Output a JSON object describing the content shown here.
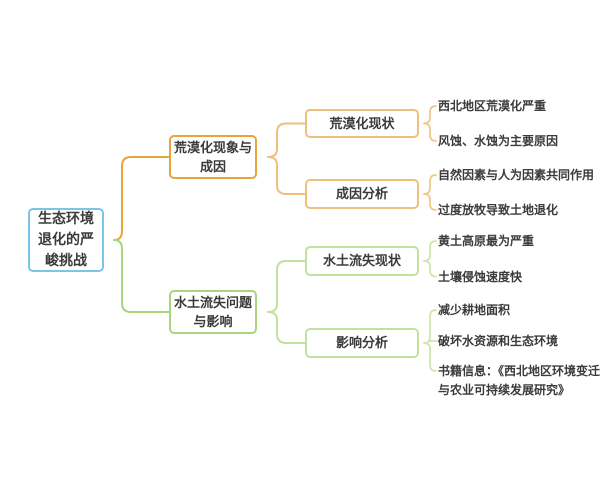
{
  "mindmap": {
    "root": {
      "label": "生态环境退化的严峻挑战"
    },
    "branches": [
      {
        "label": "荒漠化现象与成因",
        "children": [
          {
            "label": "荒漠化现状",
            "leaves": [
              "西北地区荒漠化严重",
              "风蚀、水蚀为主要原因"
            ]
          },
          {
            "label": "成因分析",
            "leaves": [
              "自然因素与人为因素共同作用",
              "过度放牧导致土地退化"
            ]
          }
        ]
      },
      {
        "label": "水土流失问题与影响",
        "children": [
          {
            "label": "水土流失现状",
            "leaves": [
              "黄土高原最为严重",
              "土壤侵蚀速度快"
            ]
          },
          {
            "label": "影响分析",
            "leaves": [
              "减少耕地面积",
              "破坏水资源和生态环境",
              "书籍信息：《西北地区环境变迁与农业可持续发展研究》"
            ]
          }
        ]
      }
    ],
    "colors": {
      "root_border": "#7cc5e8",
      "branch_orange": "#e9a43e",
      "sub_orange": "#edc17c",
      "leaf_brace_orange": "#efc98a",
      "branch_green": "#a8d67e",
      "sub_green": "#c2e09e",
      "leaf_brace_green": "#cfe7ae",
      "text": "#3b3b3b",
      "background": "#ffffff"
    }
  }
}
